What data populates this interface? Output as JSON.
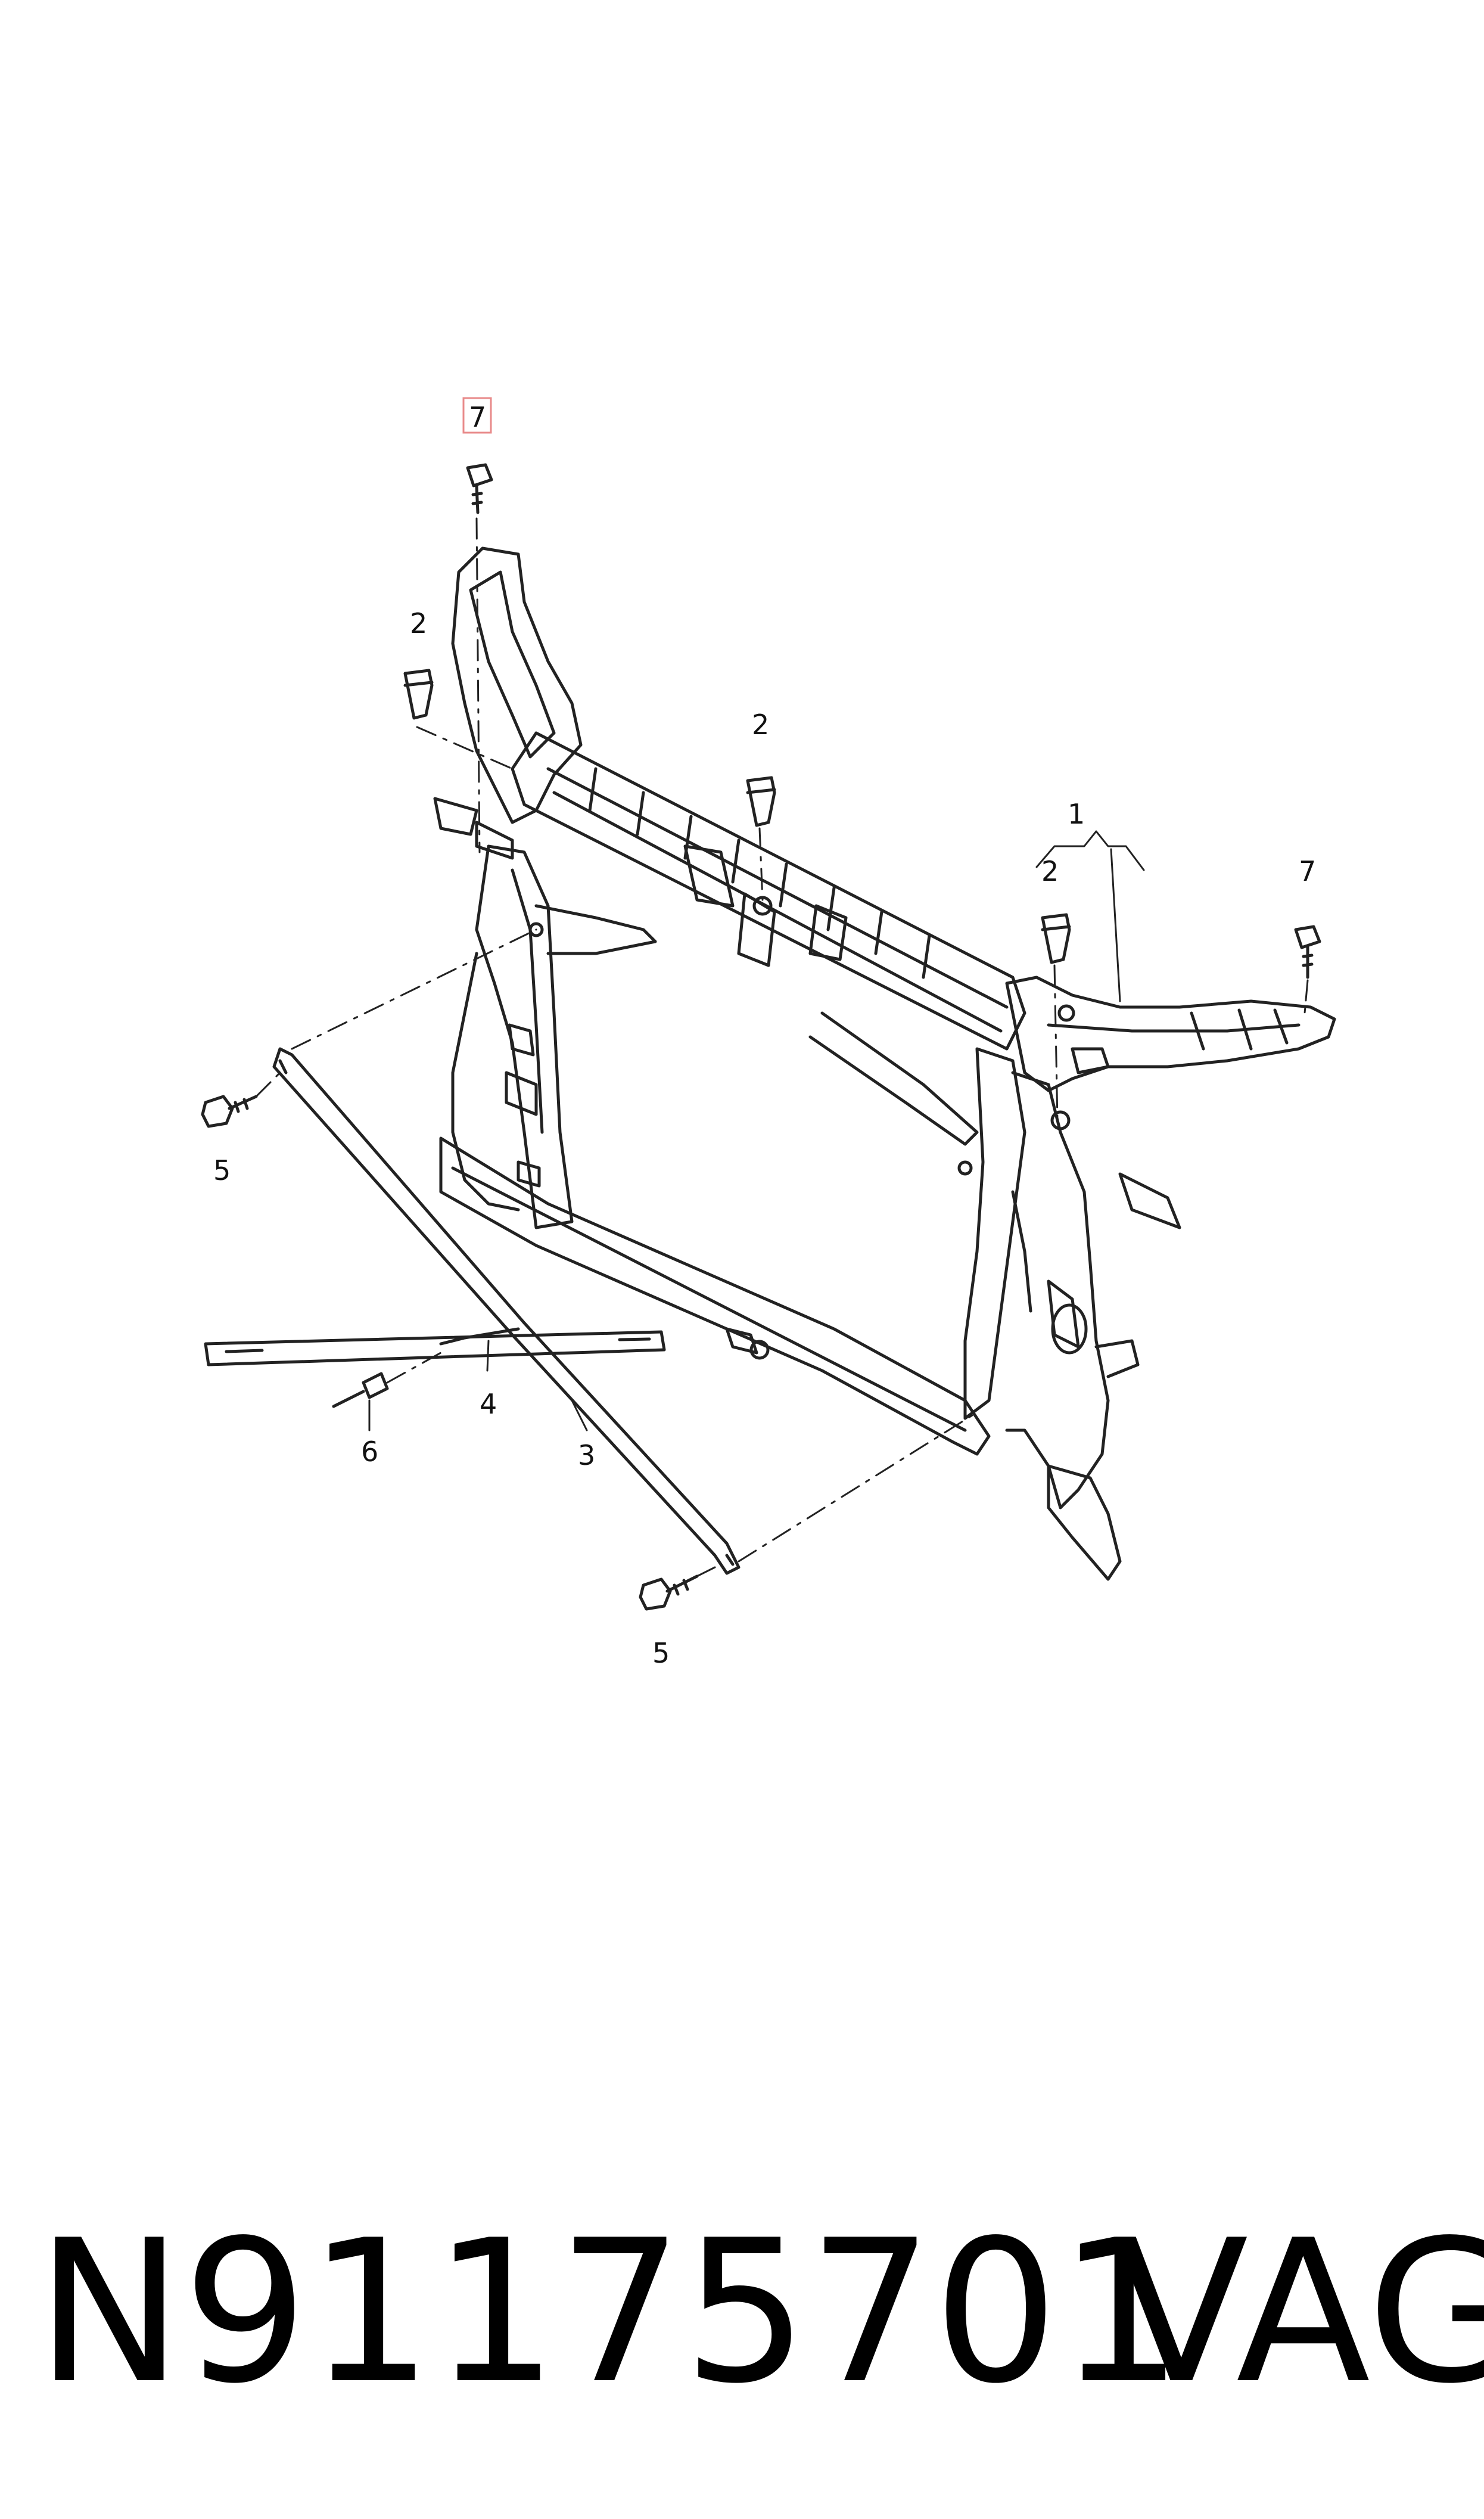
{
  "diagram": {
    "callouts": {
      "c1": "1",
      "c2a": "2",
      "c2b": "2",
      "c2c": "2",
      "c3": "3",
      "c4": "4",
      "c5a": "5",
      "c5b": "5",
      "c6": "6",
      "c7a": "7",
      "c7b": "7"
    },
    "highlight_callout": "7",
    "highlight_color": "#e88a8a"
  },
  "caption": {
    "part_number": "N91175701",
    "brand": "VAG"
  }
}
